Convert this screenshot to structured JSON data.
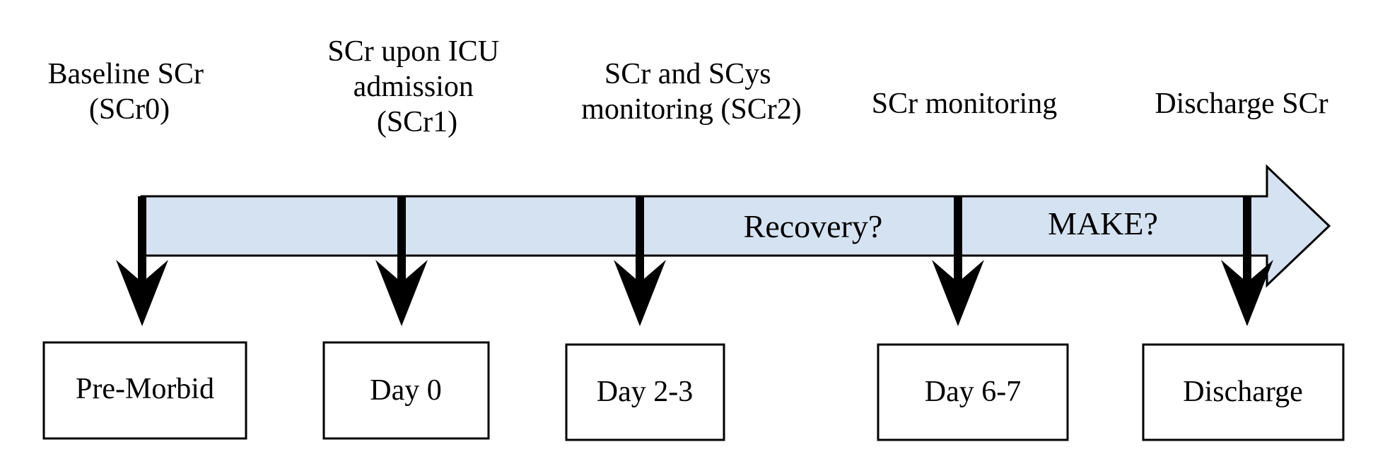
{
  "milestones": [
    {
      "top_label": [
        "Baseline SCr",
        "(SCr0)"
      ],
      "box_label": "Pre-Morbid"
    },
    {
      "top_label": [
        "SCr upon ICU",
        "admission",
        "(SCr1)"
      ],
      "box_label": "Day 0"
    },
    {
      "top_label": [
        "SCr and SCys",
        "monitoring (SCr2)"
      ],
      "box_label": "Day 2-3"
    },
    {
      "top_label": [
        "SCr monitoring"
      ],
      "box_label": "Day 6-7"
    },
    {
      "top_label": [
        "Discharge SCr"
      ],
      "box_label": "Discharge"
    }
  ],
  "band_labels": [
    "Recovery?",
    "MAKE?"
  ],
  "colors": {
    "band_fill": "#d5e2f1",
    "stroke": "#000000",
    "background": "#ffffff"
  }
}
